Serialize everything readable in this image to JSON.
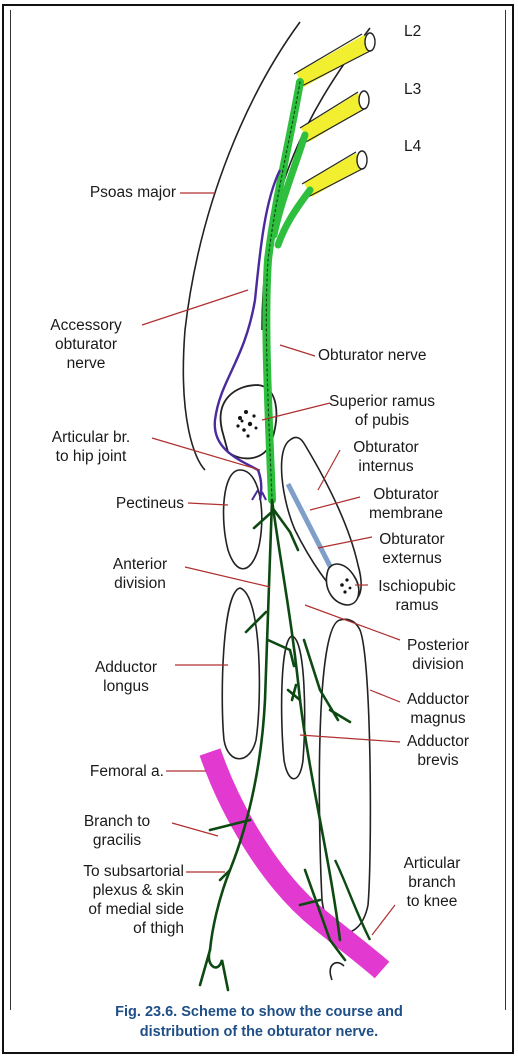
{
  "labels": {
    "l2": "L2",
    "l3": "L3",
    "l4": "L4",
    "psoas_major": "Psoas major",
    "accessory_obturator": [
      "Accessory",
      "obturator",
      "nerve"
    ],
    "obturator_nerve": "Obturator nerve",
    "superior_ramus": [
      "Superior ramus",
      "of pubis"
    ],
    "articular_hip": [
      "Articular br.",
      "to hip joint"
    ],
    "obturator_internus": [
      "Obturator",
      "internus"
    ],
    "pectineus": "Pectineus",
    "obturator_membrane": [
      "Obturator",
      "membrane"
    ],
    "obturator_externus": [
      "Obturator",
      "externus"
    ],
    "anterior_division": [
      "Anterior",
      "division"
    ],
    "ischiopubic_ramus": [
      "Ischiopubic",
      "ramus"
    ],
    "posterior_division": [
      "Posterior",
      "division"
    ],
    "adductor_longus": [
      "Adductor",
      "longus"
    ],
    "adductor_magnus": [
      "Adductor",
      "magnus"
    ],
    "adductor_brevis": [
      "Adductor",
      "brevis"
    ],
    "femoral_a": "Femoral a.",
    "branch_gracilis": [
      "Branch to",
      "gracilis"
    ],
    "articular_knee": [
      "Articular",
      "branch",
      "to knee"
    ],
    "subsartorial": [
      "To subsartorial",
      "plexus & skin",
      "of medial  side",
      "of thigh"
    ]
  },
  "caption": [
    "Fig. 23.6. Scheme to show the course and",
    "distribution of the obturator nerve."
  ],
  "colors": {
    "nerve_green": "#2fbf3f",
    "nerve_dark": "#0d4a12",
    "accessory_purple": "#4a2a9c",
    "root_yellow": "#f2ee30",
    "artery_magenta": "#e23ad0",
    "leader_red": "#b03030",
    "caption_blue": "#1f4f86"
  }
}
